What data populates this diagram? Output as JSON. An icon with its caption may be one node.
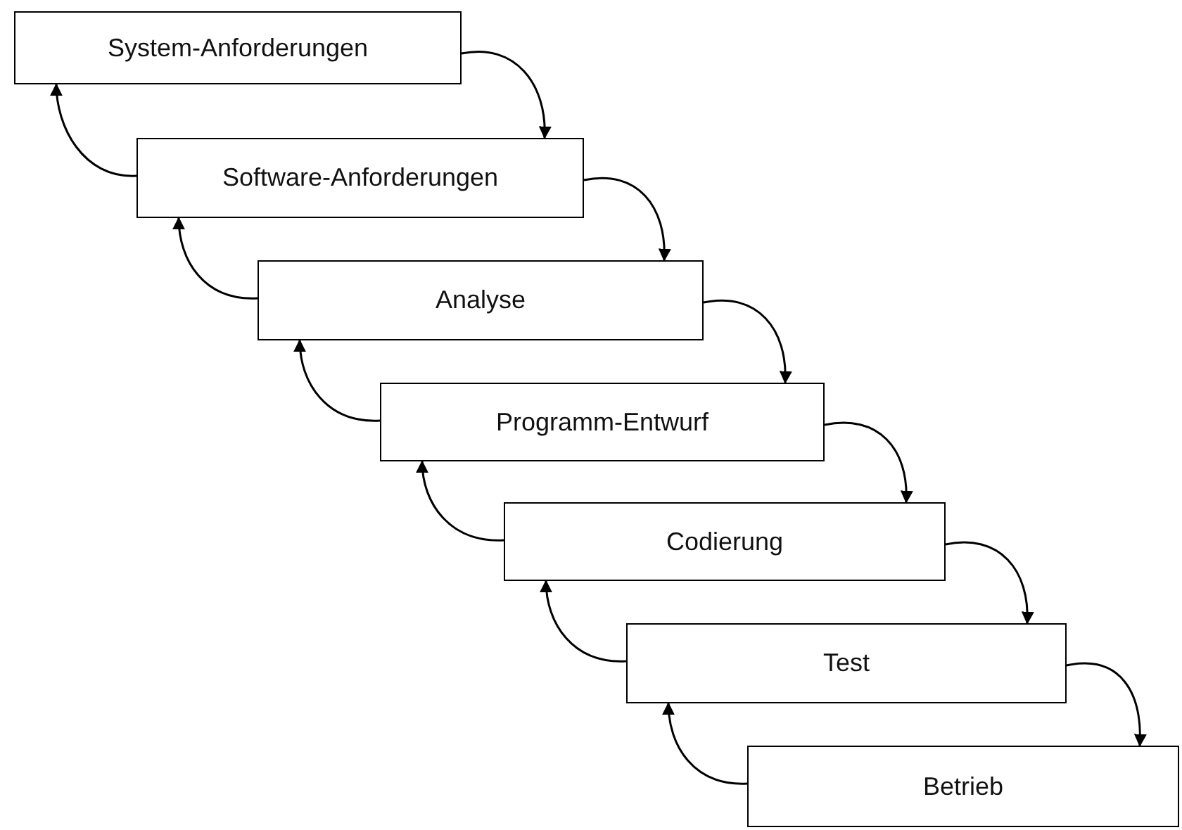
{
  "diagram": {
    "nodes": [
      {
        "text": [
          "System-Anforderungen"
        ]
      },
      {
        "text": [
          "Software-Anforderungen"
        ]
      },
      {
        "text": [
          "Analyse"
        ]
      },
      {
        "text": [
          "Programm-Entwurf"
        ]
      },
      {
        "text": [
          "Codierung"
        ]
      },
      {
        "text": [
          "Test"
        ]
      },
      {
        "text": [
          "Betrieb"
        ]
      }
    ],
    "edges": [
      {
        "from": 0,
        "to": 1,
        "arrow": "to"
      },
      {
        "from": 1,
        "to": 0,
        "arrow": "to"
      },
      {
        "from": 1,
        "to": 2,
        "arrow": "to"
      },
      {
        "from": 2,
        "to": 1,
        "arrow": "to"
      },
      {
        "from": 2,
        "to": 3,
        "arrow": "to"
      },
      {
        "from": 3,
        "to": 2,
        "arrow": "to"
      },
      {
        "from": 3,
        "to": 4,
        "arrow": "to"
      },
      {
        "from": 4,
        "to": 3,
        "arrow": "to"
      },
      {
        "from": 4,
        "to": 5,
        "arrow": "to"
      },
      {
        "from": 5,
        "to": 4,
        "arrow": "to"
      },
      {
        "from": 5,
        "to": 6,
        "arrow": "to"
      },
      {
        "from": 6,
        "to": 5,
        "arrow": "to"
      }
    ]
  }
}
